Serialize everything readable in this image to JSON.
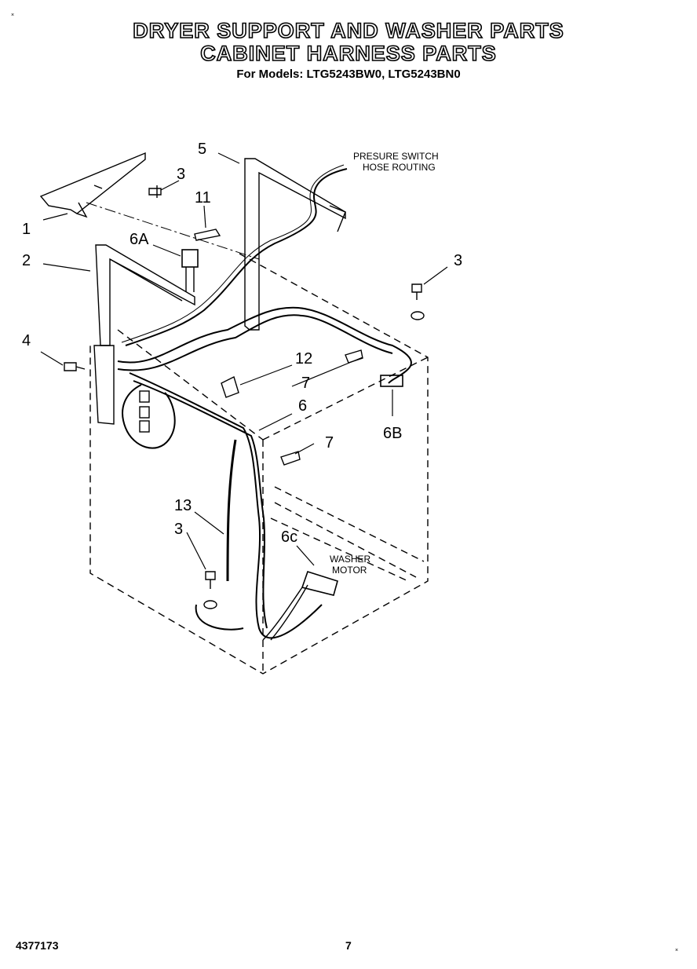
{
  "header": {
    "title_line1": "DRYER SUPPORT AND WASHER PARTS",
    "title_line2": "CABINET HARNESS PARTS",
    "models": "For Models: LTG5243BW0, LTG5243BN0"
  },
  "callouts": {
    "c1": "1",
    "c2": "2",
    "c3a": "3",
    "c3b": "3",
    "c3c": "3",
    "c4": "4",
    "c5": "5",
    "c6": "6",
    "c6a": "6A",
    "c6b": "6B",
    "c6c": "6c",
    "c7a": "7",
    "c7b": "7",
    "c11": "11",
    "c12": "12",
    "c13": "13"
  },
  "notes": {
    "pressure_line1": "PRESURE SWITCH",
    "pressure_line2": "HOSE ROUTING",
    "motor_line1": "WASHER",
    "motor_line2": "MOTOR"
  },
  "footer": {
    "doc_number": "4377173",
    "page_number": "7"
  },
  "marks": {
    "corner": "×"
  }
}
